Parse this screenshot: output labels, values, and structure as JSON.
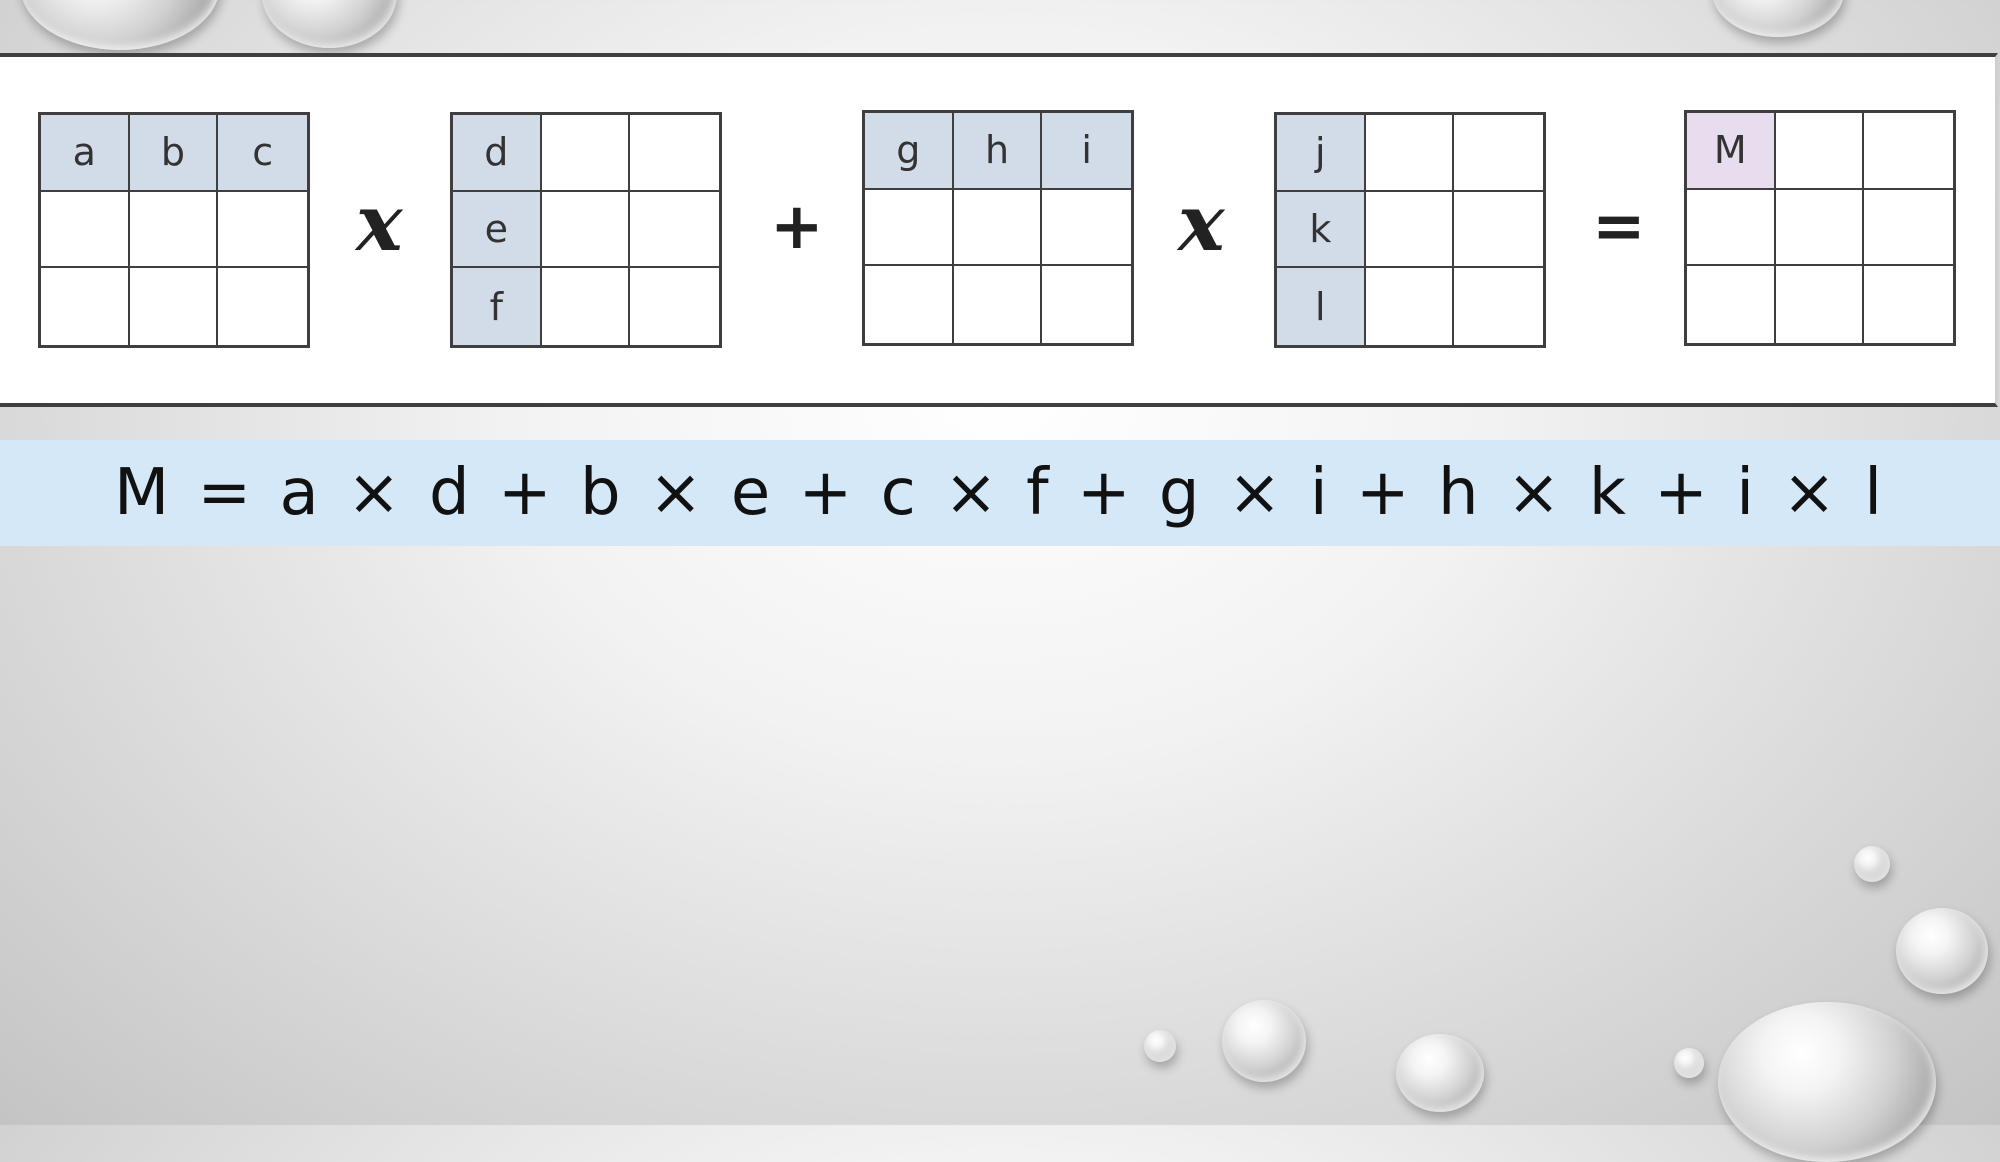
{
  "matrices": [
    {
      "id": "A",
      "cells": [
        "a",
        "b",
        "c",
        "",
        "",
        "",
        "",
        "",
        ""
      ],
      "highlight": [
        0,
        1,
        2
      ]
    },
    {
      "id": "B",
      "cells": [
        "d",
        "",
        "",
        "e",
        "",
        "",
        "f",
        "",
        ""
      ],
      "highlight": [
        0,
        3,
        6
      ]
    },
    {
      "id": "C",
      "cells": [
        "g",
        "h",
        "i",
        "",
        "",
        "",
        "",
        "",
        ""
      ],
      "highlight": [
        0,
        1,
        2
      ]
    },
    {
      "id": "D",
      "cells": [
        "j",
        "",
        "",
        "k",
        "",
        "",
        "l",
        "",
        ""
      ],
      "highlight": [
        0,
        3,
        6
      ]
    },
    {
      "id": "E",
      "cells": [
        "M",
        "",
        "",
        "",
        "",
        "",
        "",
        "",
        ""
      ],
      "highlight": [
        0
      ]
    }
  ],
  "operators": {
    "op1": "x",
    "op2": "+",
    "op3": "x",
    "op4": "="
  },
  "formula": "M = a × d + b × e + c × f + g × i + h × k + i × l",
  "colors": {
    "highlight": "#d2dce8",
    "result_highlight": "#e8dcef",
    "formula_band": "#d4e8f8"
  }
}
